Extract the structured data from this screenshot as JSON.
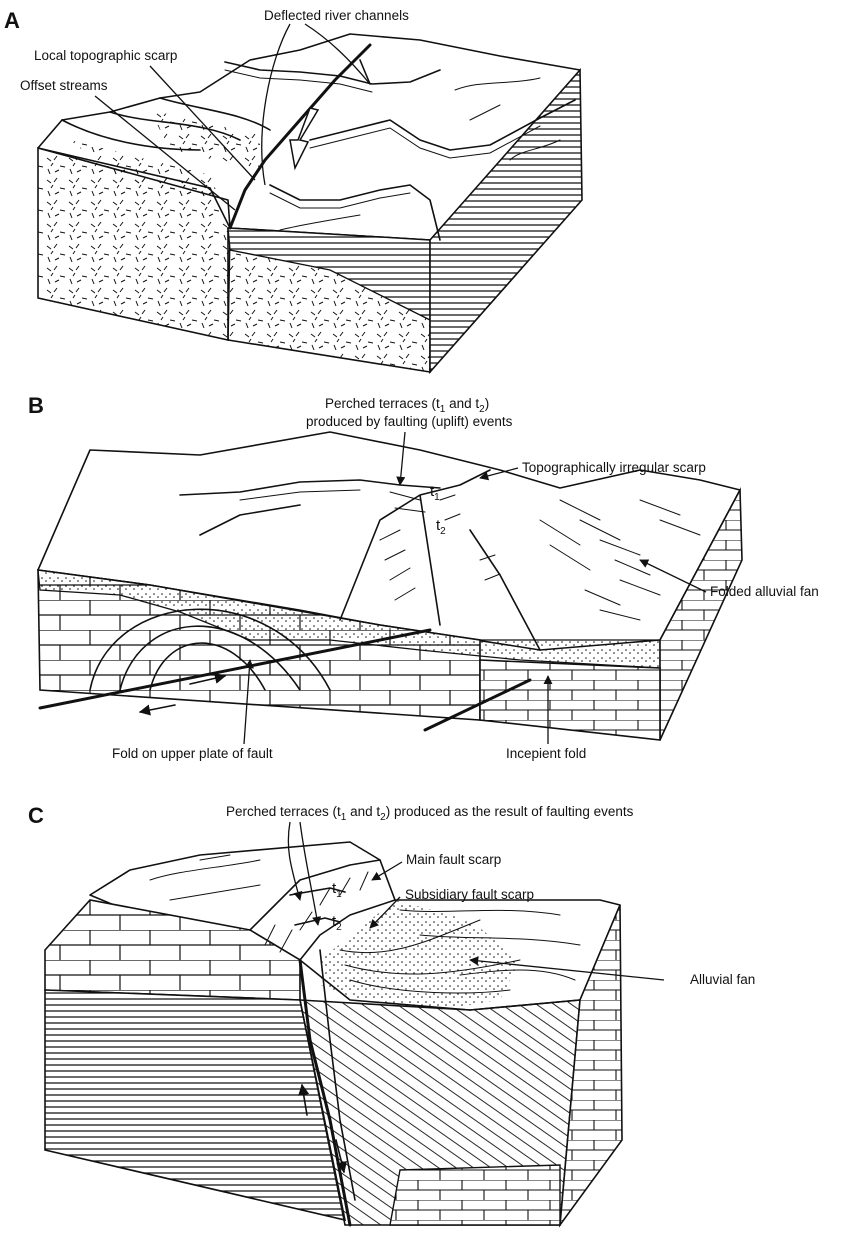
{
  "panels": [
    {
      "letter": "A",
      "labels": {
        "deflected": "Deflected river channels",
        "scarp": "Local topographic scarp",
        "offset": "Offset streams"
      }
    },
    {
      "letter": "B",
      "labels": {
        "perched_line1_pre": "Perched terraces (t",
        "perched_line1_sub1": "1",
        "perched_line1_mid": " and t",
        "perched_line1_sub2": "2",
        "perched_line1_post": ")",
        "perched_line2": "produced by faulting (uplift) events",
        "irregular": "Topographically irregular scarp",
        "folded_fan": "Folded alluvial fan",
        "fold_upper": "Fold on upper plate of fault",
        "incipient": "Incepient fold",
        "t1": "t",
        "t1_sub": "1",
        "t2": "t",
        "t2_sub": "2"
      }
    },
    {
      "letter": "C",
      "labels": {
        "perched_pre": "Perched terraces (t",
        "perched_sub1": "1",
        "perched_mid": " and t",
        "perched_sub2": "2",
        "perched_post": ") produced as the result of faulting events",
        "main_scarp": "Main fault scarp",
        "subsidiary": "Subsidiary fault scarp",
        "alluvial_fan": "Alluvial fan",
        "t1": "t",
        "t1_sub": "1",
        "t2": "t",
        "t2_sub": "2"
      }
    }
  ]
}
